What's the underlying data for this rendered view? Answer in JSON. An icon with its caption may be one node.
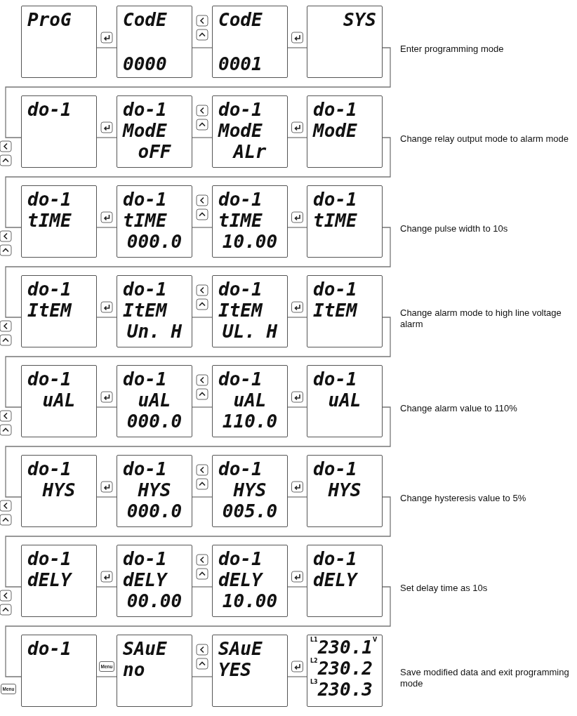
{
  "diagram": {
    "nodes": [
      {
        "text": [
          "ProG"
        ]
      },
      {
        "text": [
          "CodE",
          "0000"
        ]
      },
      {
        "text": [
          "CodE",
          "0001"
        ]
      },
      {
        "text": [
          "SYS"
        ]
      },
      {
        "text": [
          "do-1"
        ]
      },
      {
        "text": [
          "do-1",
          "ModE",
          "oFF"
        ]
      },
      {
        "text": [
          "do-1",
          "ModE",
          "ALr"
        ]
      },
      {
        "text": [
          "do-1",
          "ModE"
        ]
      },
      {
        "text": [
          "do-1",
          "tIME"
        ]
      },
      {
        "text": [
          "do-1",
          "tIME",
          "000.0"
        ]
      },
      {
        "text": [
          "do-1",
          "tIME",
          "10.00"
        ]
      },
      {
        "text": [
          "do-1",
          "tIME"
        ]
      },
      {
        "text": [
          "do-1",
          "ItEM"
        ]
      },
      {
        "text": [
          "do-1",
          "ItEM",
          "Un. H"
        ]
      },
      {
        "text": [
          "do-1",
          "ItEM",
          "UL. H"
        ]
      },
      {
        "text": [
          "do-1",
          "ItEM"
        ]
      },
      {
        "text": [
          "do-1",
          "uAL"
        ]
      },
      {
        "text": [
          "do-1",
          "uAL",
          "000.0"
        ]
      },
      {
        "text": [
          "do-1",
          "uAL",
          "110.0"
        ]
      },
      {
        "text": [
          "do-1",
          "uAL"
        ]
      },
      {
        "text": [
          "do-1",
          "HYS"
        ]
      },
      {
        "text": [
          "do-1",
          "HYS",
          "000.0"
        ]
      },
      {
        "text": [
          "do-1",
          "HYS",
          "005.0"
        ]
      },
      {
        "text": [
          "do-1",
          "HYS"
        ]
      },
      {
        "text": [
          "do-1",
          "dELY"
        ]
      },
      {
        "text": [
          "do-1",
          "dELY",
          "00.00"
        ]
      },
      {
        "text": [
          "do-1",
          "dELY",
          "10.00"
        ]
      },
      {
        "text": [
          "do-1",
          "dELY"
        ]
      },
      {
        "text": [
          "do-1"
        ]
      },
      {
        "text": [
          "SAuE",
          "no"
        ]
      },
      {
        "text": [
          "SAuE",
          "YES"
        ]
      },
      {
        "text": [
          "L1",
          "230.1",
          "V",
          "L2",
          "230.2",
          "L3",
          "230.3"
        ]
      }
    ],
    "edges": [
      {
        "from": 0,
        "to": 1,
        "arrow": "none"
      },
      {
        "from": 1,
        "to": 2,
        "arrow": "none"
      },
      {
        "from": 2,
        "to": 3,
        "arrow": "none"
      },
      {
        "from": 3,
        "to": 4,
        "arrow": "none"
      },
      {
        "from": 4,
        "to": 5,
        "arrow": "none"
      },
      {
        "from": 5,
        "to": 6,
        "arrow": "none"
      },
      {
        "from": 6,
        "to": 7,
        "arrow": "none"
      },
      {
        "from": 7,
        "to": 8,
        "arrow": "none"
      },
      {
        "from": 8,
        "to": 9,
        "arrow": "none"
      },
      {
        "from": 9,
        "to": 10,
        "arrow": "none"
      },
      {
        "from": 10,
        "to": 11,
        "arrow": "none"
      },
      {
        "from": 11,
        "to": 12,
        "arrow": "none"
      },
      {
        "from": 12,
        "to": 13,
        "arrow": "none"
      },
      {
        "from": 13,
        "to": 14,
        "arrow": "none"
      },
      {
        "from": 14,
        "to": 15,
        "arrow": "none"
      },
      {
        "from": 15,
        "to": 16,
        "arrow": "none"
      },
      {
        "from": 16,
        "to": 17,
        "arrow": "none"
      },
      {
        "from": 17,
        "to": 18,
        "arrow": "none"
      },
      {
        "from": 18,
        "to": 19,
        "arrow": "none"
      },
      {
        "from": 19,
        "to": 20,
        "arrow": "none"
      },
      {
        "from": 20,
        "to": 21,
        "arrow": "none"
      },
      {
        "from": 21,
        "to": 22,
        "arrow": "none"
      },
      {
        "from": 22,
        "to": 23,
        "arrow": "none"
      },
      {
        "from": 23,
        "to": 24,
        "arrow": "none"
      },
      {
        "from": 24,
        "to": 25,
        "arrow": "none"
      },
      {
        "from": 25,
        "to": 26,
        "arrow": "none"
      },
      {
        "from": 26,
        "to": 27,
        "arrow": "none"
      },
      {
        "from": 27,
        "to": 28,
        "label": "Menu",
        "arrow": "none"
      },
      {
        "from": 28,
        "to": 29,
        "label": "Menu",
        "arrow": "none"
      },
      {
        "from": 29,
        "to": 30,
        "arrow": "none"
      },
      {
        "from": 30,
        "to": 31,
        "arrow": "none"
      }
    ],
    "labels": [
      "Enter programming mode",
      "Change relay output mode to alarm mode",
      "Change pulse width to 10s",
      "Change alarm mode to high line voltage alarm",
      "Change alarm value to 110%",
      "Change hysteresis value to 5%",
      "Set delay time as 10s",
      "Save modified data and exit programming mode"
    ]
  }
}
